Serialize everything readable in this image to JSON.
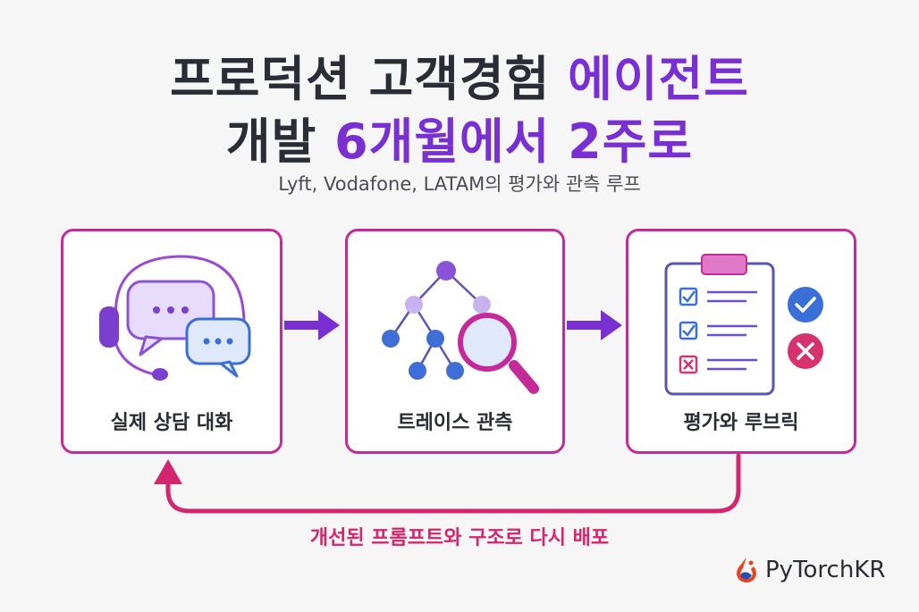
{
  "title": {
    "line1_plain": "프로덕션 고객경험 ",
    "line1_accent": "에이전트",
    "line2_plain": "개발 ",
    "line2_accent": "6개월에서 2주로"
  },
  "subtitle": "Lyft, Vodafone, LATAM의 평가와 관측 루프",
  "steps": [
    {
      "label": "실제 상담 대화"
    },
    {
      "label": "트레이스 관측"
    },
    {
      "label": "평가와 루브릭"
    }
  ],
  "loop_label": "개선된 프롬프트와 구조로 다시 배포",
  "brand": "PyTorchKR",
  "colors": {
    "accent_purple": "#7a2fd3",
    "card_border": "#c52a9a",
    "loop_pink": "#d4266e",
    "check_blue": "#3a6fd8",
    "cross_red": "#d8326e"
  }
}
